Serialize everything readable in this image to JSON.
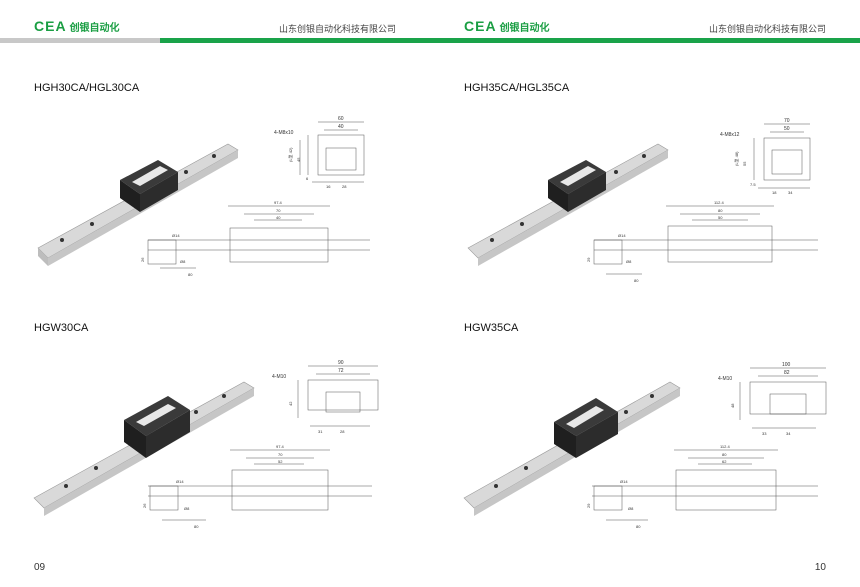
{
  "header": {
    "logo_mark": "CEA",
    "logo_name": "创银自动化",
    "company": "山东创银自动化科技有限公司"
  },
  "pages": [
    {
      "page_number": "09",
      "sections": [
        {
          "model": "HGH30CA/HGL30CA",
          "bolt": "4-M8x10",
          "top_dims": [
            "60",
            "40"
          ],
          "side_dims": [
            "(L型 42)",
            "45",
            "6",
            "16",
            "28"
          ],
          "plan_dims": [
            "97.4",
            "70",
            "40"
          ],
          "rail_dims": [
            "Ø14",
            "26",
            "Ø8",
            "80"
          ]
        },
        {
          "model": "HGW30CA",
          "bolt": "4-M10",
          "top_dims": [
            "90",
            "72"
          ],
          "side_dims": [
            "42",
            "31",
            "28"
          ],
          "plan_dims": [
            "97.4",
            "70",
            "52"
          ],
          "rail_dims": [
            "Ø14",
            "26",
            "Ø8",
            "80"
          ]
        }
      ]
    },
    {
      "page_number": "10",
      "sections": [
        {
          "model": "HGH35CA/HGL35CA",
          "bolt": "4-M8x12",
          "top_dims": [
            "70",
            "50"
          ],
          "side_dims": [
            "(L型 48)",
            "55",
            "7.5",
            "18",
            "34"
          ],
          "plan_dims": [
            "112.4",
            "80",
            "50"
          ],
          "rail_dims": [
            "Ø14",
            "29",
            "Ø8",
            "80"
          ]
        },
        {
          "model": "HGW35CA",
          "bolt": "4-M10",
          "top_dims": [
            "100",
            "82"
          ],
          "side_dims": [
            "48",
            "33",
            "34"
          ],
          "plan_dims": [
            "112.4",
            "80",
            "62"
          ],
          "rail_dims": [
            "Ø14",
            "29",
            "Ø8",
            "80"
          ]
        }
      ]
    }
  ]
}
